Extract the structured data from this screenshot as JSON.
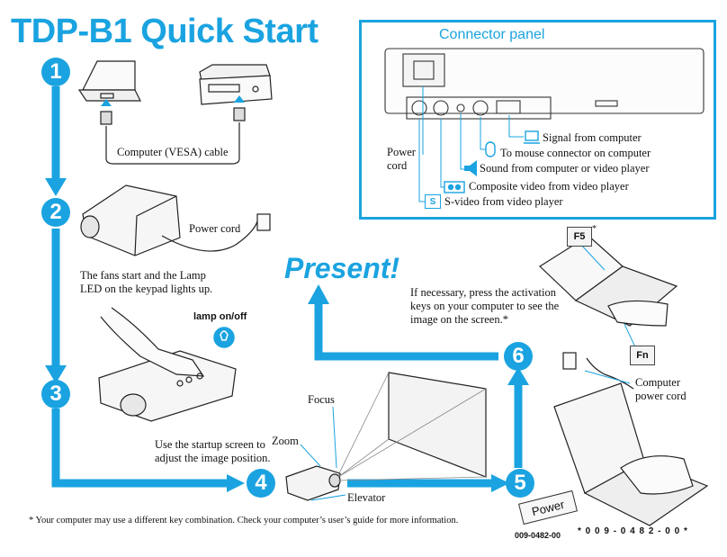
{
  "title": "TDP-B1 Quick Start",
  "connector_panel": {
    "title": "Connector panel",
    "power_cord": "Power cord",
    "signal": "Signal from computer",
    "mouse": "To mouse connector on computer",
    "sound": "Sound from computer or video player",
    "composite": "Composite video from video player",
    "svideo": "S-video from video player",
    "svideo_badge": "S"
  },
  "steps": {
    "one": "1",
    "two": "2",
    "three": "3",
    "four": "4",
    "five": "5",
    "six": "6"
  },
  "step1": {
    "cable": "Computer (VESA) cable"
  },
  "step2": {
    "power_cord": "Power cord",
    "fans_line1": "The fans start and the Lamp",
    "fans_line2": "LED on the keypad lights up."
  },
  "step3": {
    "lamp": "lamp on/off",
    "startup_line1": "Use the startup screen to",
    "startup_line2": "adjust the image position."
  },
  "step4": {
    "focus": "Focus",
    "zoom": "Zoom",
    "elevator": "Elevator"
  },
  "step6": {
    "present": "Present!",
    "activation_line1": "If necessary, press the activation",
    "activation_line2": "keys on your computer to see the",
    "activation_line3": "image on the screen.*",
    "f5": "F5",
    "asterisk": "*",
    "fn": "Fn",
    "computer_power_line1": "Computer",
    "computer_power_line2": "power cord",
    "power_key": "Power"
  },
  "footnote": "* Your computer may use a different key combination. Check your computer’s user’s guide for more information.",
  "part_number": "009-0482-00",
  "part_number_barcode": "* 0 0 9 - 0 4 8 2 - 0 0 *",
  "colors": {
    "accent": "#1aa3e0",
    "ink": "#111111"
  },
  "icons": [
    "power-outlet-icon",
    "mouse-icon",
    "speaker-icon",
    "monitor-icon",
    "composite-video-icon",
    "s-video-icon",
    "lamp-icon"
  ]
}
